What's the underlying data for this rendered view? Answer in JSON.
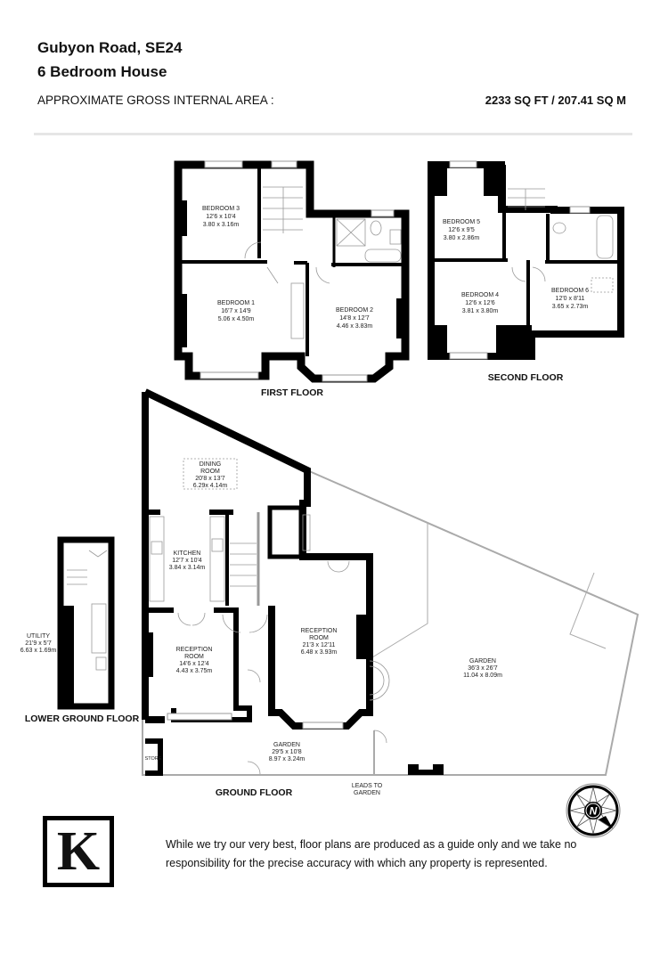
{
  "header": {
    "address": "Gubyon Road, SE24",
    "property_type": "6 Bedroom House",
    "area_label": "APPROXIMATE GROSS INTERNAL AREA :",
    "area_total": "2233 SQ FT / 207.41 SQ M"
  },
  "floors": {
    "first": {
      "label": "FIRST FLOOR",
      "rooms": [
        {
          "name": "BEDROOM 3",
          "imperial": "12'6 x 10'4",
          "metric": "3.80 x 3.16m"
        },
        {
          "name": "BEDROOM 1",
          "imperial": "16'7 x 14'9",
          "metric": "5.06 x 4.50m"
        },
        {
          "name": "BEDROOM 2",
          "imperial": "14'8 x 12'7",
          "metric": "4.46 x 3.83m"
        }
      ]
    },
    "second": {
      "label": "SECOND FLOOR",
      "rooms": [
        {
          "name": "BEDROOM 5",
          "imperial": "12'6 x 9'5",
          "metric": "3.80 x 2.86m"
        },
        {
          "name": "BEDROOM 4",
          "imperial": "12'6 x 12'6",
          "metric": "3.81 x 3.80m"
        },
        {
          "name": "BEDROOM 6",
          "imperial": "12'0 x 8'11",
          "metric": "3.65 x 2.73m"
        }
      ]
    },
    "ground": {
      "label": "GROUND FLOOR",
      "rooms": [
        {
          "name_line1": "DINING",
          "name_line2": "ROOM",
          "imperial": "20'8 x 13'7",
          "metric": "6.29x 4.14m"
        },
        {
          "name": "KITCHEN",
          "imperial": "12'7 x 10'4",
          "metric": "3.84 x 3.14m"
        },
        {
          "name_line1": "RECEPTION",
          "name_line2": "ROOM",
          "imperial": "14'6 x 12'4",
          "metric": "4.43 x 3.75m"
        },
        {
          "name_line1": "RECEPTION",
          "name_line2": "ROOM",
          "imperial": "21'3 x 12'11",
          "metric": "6.48 x 3.93m"
        },
        {
          "name": "GARDEN",
          "imperial": "29'5 x 10'8",
          "metric": "8.97 x 3.24m"
        },
        {
          "name": "GARDEN",
          "imperial": "36'3 x 26'7",
          "metric": "11.04 x 8.09m"
        }
      ],
      "store_label": "STORE",
      "leads_line1": "LEADS TO",
      "leads_line2": "GARDEN"
    },
    "lower_ground": {
      "label": "LOWER GROUND FLOOR",
      "rooms": [
        {
          "name": "UTILITY",
          "imperial": "21'9 x 5'7",
          "metric": "6.63 x 1.69m"
        }
      ]
    }
  },
  "compass": {
    "icon": "compass-north-icon",
    "letter": "N"
  },
  "logo": {
    "icon": "agency-logo-k",
    "letter": "K"
  },
  "disclaimer": "While we try our very best, floor plans are produced as a guide only and we take no responsibility for the precise accuracy with which any property is represented."
}
